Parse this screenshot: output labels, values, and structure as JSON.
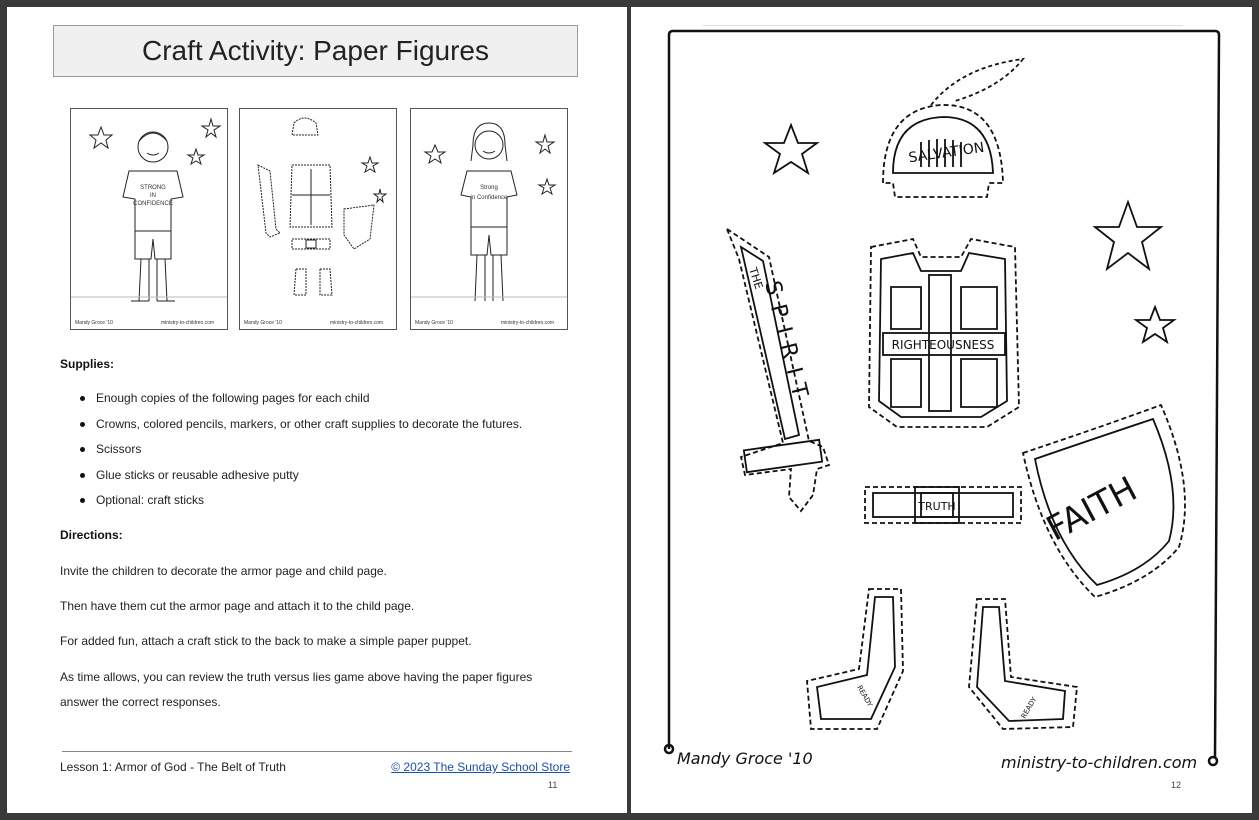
{
  "left_page": {
    "title": "Craft Activity: Paper Figures",
    "thumbnails": [
      {
        "shirt_line1": "STRONG",
        "shirt_line2": "IN",
        "shirt_line3": "CONFIDENCE",
        "sig": "Mandy Groce '10",
        "site": "ministry-to-children.com"
      },
      {
        "sig": "Mandy Groce '10",
        "site": "ministry-to-children.com"
      },
      {
        "shirt_line1": "Strong",
        "shirt_line2": "in Confidence",
        "sig": "Mandy Groce '10",
        "site": "ministry-to-children.com"
      }
    ],
    "supplies_heading": "Supplies:",
    "supplies": [
      "Enough copies of the following pages for each child",
      "Crowns, colored pencils, markers, or other craft supplies to decorate the futures.",
      "Scissors",
      "Glue sticks or reusable adhesive putty",
      "Optional: craft sticks"
    ],
    "directions_heading": "Directions:",
    "directions": [
      "Invite the children to decorate the armor page and child page.",
      "Then have them cut the armor page and attach it to the child page.",
      "For added fun, attach a craft stick to the back to make a simple paper puppet.",
      "As time allows, you can review the truth versus lies game above having the paper figures answer the correct responses."
    ],
    "footer_left": "Lesson 1: Armor of God - The Belt of Truth",
    "footer_right": "© 2023 The Sunday School Store",
    "page_number": "11"
  },
  "right_page": {
    "helmet_text": "SALVATION",
    "sword_text_top": "THE",
    "sword_text": "SPIRIT",
    "breastplate_text": "RIGHTEOUSNESS",
    "belt_text": "TRUTH",
    "shield_text": "FAITH",
    "shoe_text": "READY",
    "signature": "Mandy Groce '10",
    "website": "ministry-to-children.com",
    "page_number": "12"
  }
}
